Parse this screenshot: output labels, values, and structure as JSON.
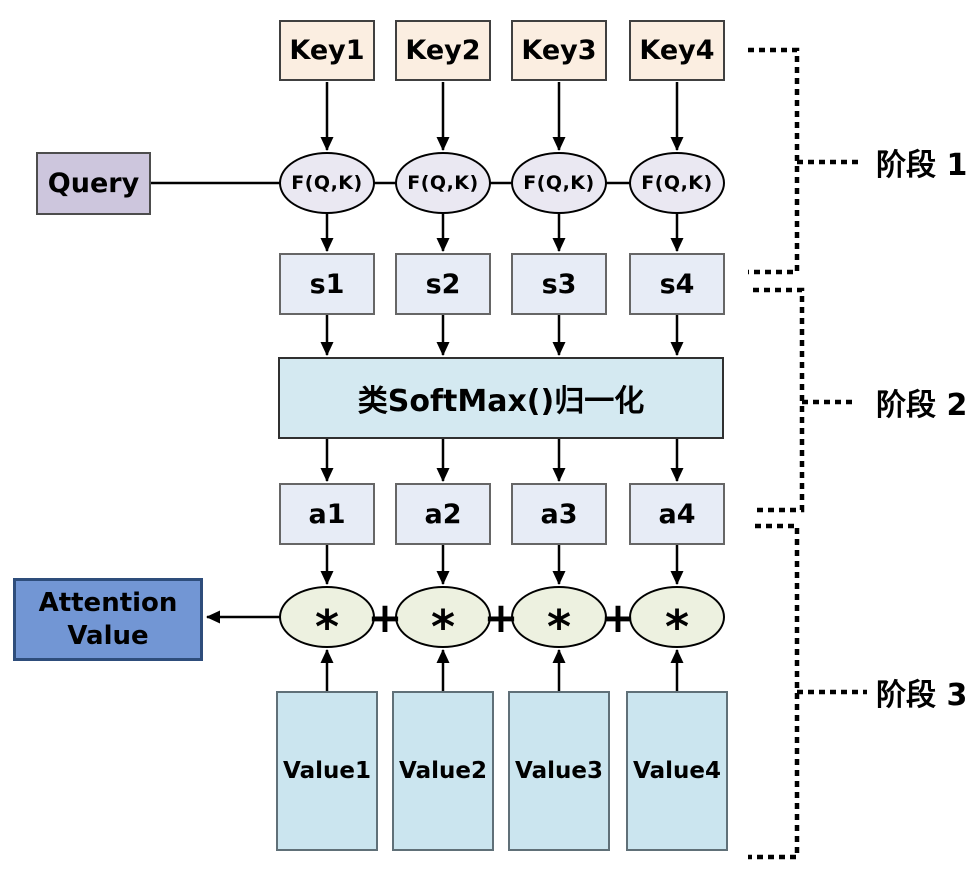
{
  "diagram": {
    "query_label": "Query",
    "attention_value": {
      "line1": "Attention",
      "line2": "Value"
    },
    "score_function_label": "F(Q,K)",
    "softmax_label": "类SoftMax()归一化",
    "multiply_symbol": "*",
    "plus_symbol": "+",
    "columns": [
      {
        "key": "Key1",
        "score": "s1",
        "weight": "a1",
        "value": "Value1"
      },
      {
        "key": "Key2",
        "score": "s2",
        "weight": "a2",
        "value": "Value2"
      },
      {
        "key": "Key3",
        "score": "s3",
        "weight": "a3",
        "value": "Value3"
      },
      {
        "key": "Key4",
        "score": "s4",
        "weight": "a4",
        "value": "Value4"
      }
    ],
    "stages": [
      {
        "label": "阶段 1"
      },
      {
        "label": "阶段 2"
      },
      {
        "label": "阶段 3"
      }
    ],
    "colors": {
      "key_fill": "#fbeee1",
      "query_fill": "#cdc6dd",
      "score_fn_fill": "#eae8f2",
      "score_fill": "#e7ecf6",
      "softmax_fill": "#d4e9f1",
      "weight_fill": "#e7ecf6",
      "multiply_fill": "#edf1e0",
      "attention_fill": "#7296d4",
      "attention_border": "#2e4d7b",
      "value_fill": "#cbe5ef",
      "line_color": "#000000"
    }
  }
}
